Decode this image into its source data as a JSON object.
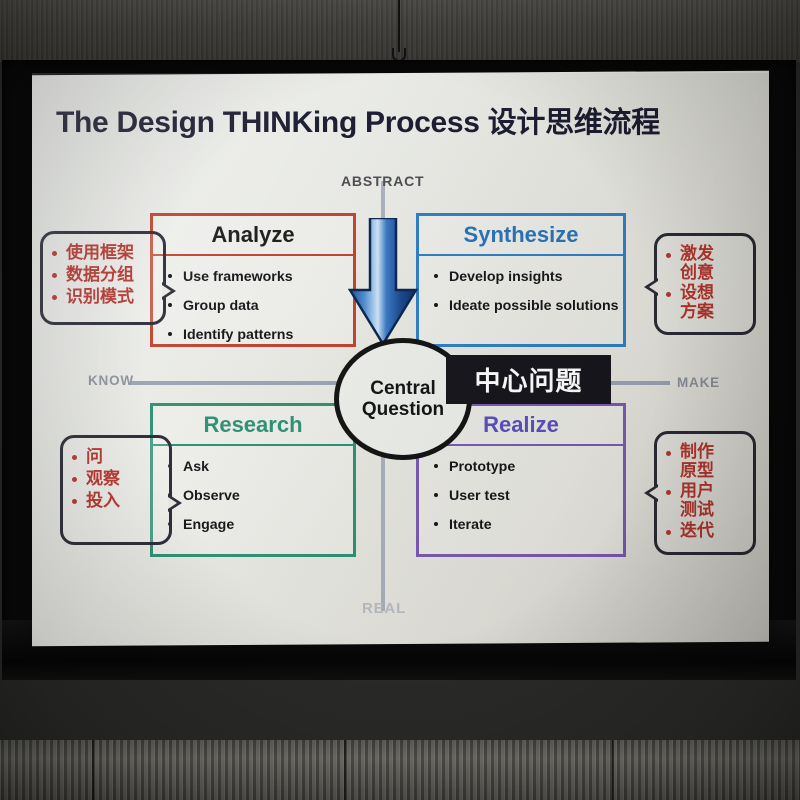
{
  "slide": {
    "title_en": "The Design THINKing Process",
    "title_cn": "设计思维流程",
    "axes": {
      "top_label": "ABSTRACT",
      "bottom_label": "REAL",
      "left_label": "KNOW",
      "right_label": "MAKE"
    },
    "center": {
      "line1": "Central",
      "line2": "Question",
      "banner_cn": "中心问题"
    },
    "quadrants": [
      {
        "key": "analyze",
        "heading": "Analyze",
        "color": "#c0442e",
        "items": [
          "Use frameworks",
          "Group data",
          "Identify patterns"
        ]
      },
      {
        "key": "synthesize",
        "heading": "Synthesize",
        "color": "#2f7fc4",
        "items": [
          "Develop insights",
          "Ideate possible solutions"
        ]
      },
      {
        "key": "research",
        "heading": "Research",
        "color": "#2e9176",
        "items": [
          "Ask",
          "Observe",
          "Engage"
        ]
      },
      {
        "key": "realize",
        "heading": "Realize",
        "color": "#7a5ab5",
        "items": [
          "Prototype",
          "User test",
          "Iterate"
        ]
      }
    ],
    "callouts": [
      {
        "key": "analyze-cn",
        "color": "#b8372f",
        "items": [
          "使用框架",
          "数据分组",
          "识别模式"
        ]
      },
      {
        "key": "synthesize-cn",
        "color": "#b8372f",
        "items": [
          "激发\n创意",
          "设想\n方案"
        ]
      },
      {
        "key": "research-cn",
        "color": "#b8372f",
        "items": [
          "问",
          "观察",
          "投入"
        ]
      },
      {
        "key": "realize-cn",
        "color": "#b8372f",
        "items": [
          "制作\n原型",
          "用户\n测试",
          "迭代"
        ]
      }
    ],
    "arrow": {
      "name": "down-arrow",
      "direction": "down",
      "color_light": "#8fc4ef",
      "color_dark": "#12468f"
    }
  }
}
